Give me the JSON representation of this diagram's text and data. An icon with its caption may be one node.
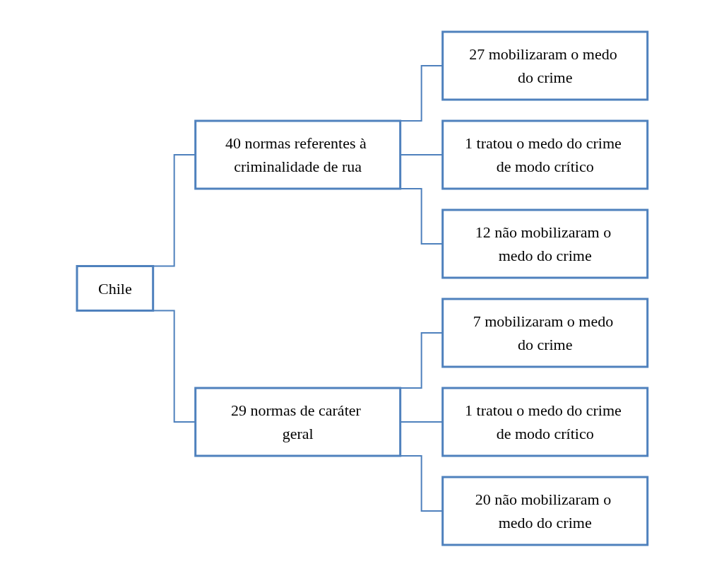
{
  "diagram": {
    "nodes": [
      {
        "text": [
          "Chile"
        ]
      },
      {
        "text": [
          "40 normas referentes à criminalidade de rua"
        ]
      },
      {
        "text": [
          "27 mobilizaram o medo do crime"
        ]
      },
      {
        "text": [
          "1 tratou o medo do crime de modo crítico"
        ]
      },
      {
        "text": [
          "12 não mobilizaram o medo do crime"
        ]
      },
      {
        "text": [
          "29 normas de caráter geral"
        ]
      },
      {
        "text": [
          "7 mobilizaram o medo do crime"
        ]
      },
      {
        "text": [
          "1 tratou o medo do crime de modo crítico"
        ]
      },
      {
        "text": [
          "20 não mobilizaram o medo do crime"
        ]
      }
    ],
    "edges": [
      {
        "from": 0,
        "to": 1,
        "arrow": "none"
      },
      {
        "from": 1,
        "to": 2,
        "arrow": "none"
      },
      {
        "from": 1,
        "to": 3,
        "arrow": "none"
      },
      {
        "from": 1,
        "to": 4,
        "arrow": "none"
      },
      {
        "from": 0,
        "to": 5,
        "arrow": "none"
      },
      {
        "from": 5,
        "to": 6,
        "arrow": "none"
      },
      {
        "from": 5,
        "to": 7,
        "arrow": "none"
      },
      {
        "from": 5,
        "to": 8,
        "arrow": "none"
      }
    ]
  }
}
